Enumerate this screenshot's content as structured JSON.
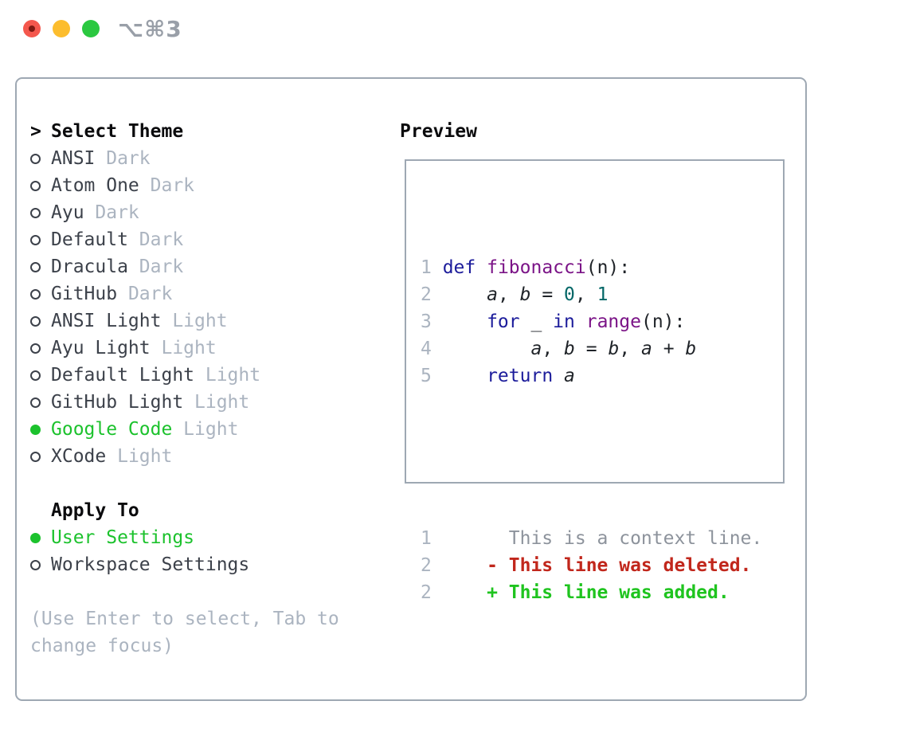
{
  "window": {
    "shortcut_label": "⌥⌘3"
  },
  "colors": {
    "selected_green": "#1cc22d",
    "diff_added_green": "#1fc41f",
    "diff_deleted_red": "#c1271c",
    "keyword_blue": "#1c1c9b",
    "function_purple": "#7b1487",
    "number_teal": "#006666",
    "muted_gray": "#abb4c0",
    "text_dark": "#3c414a",
    "border_gray": "#9ea8b3"
  },
  "theme_panel": {
    "header_marker": ">",
    "header": "Select Theme",
    "themes": [
      {
        "name": "ANSI",
        "variant": "Dark",
        "selected": false
      },
      {
        "name": "Atom One",
        "variant": "Dark",
        "selected": false
      },
      {
        "name": "Ayu",
        "variant": "Dark",
        "selected": false
      },
      {
        "name": "Default",
        "variant": "Dark",
        "selected": false
      },
      {
        "name": "Dracula",
        "variant": "Dark",
        "selected": false
      },
      {
        "name": "GitHub",
        "variant": "Dark",
        "selected": false
      },
      {
        "name": "ANSI Light",
        "variant": "Light",
        "selected": false
      },
      {
        "name": "Ayu Light",
        "variant": "Light",
        "selected": false
      },
      {
        "name": "Default Light",
        "variant": "Light",
        "selected": false
      },
      {
        "name": "GitHub Light",
        "variant": "Light",
        "selected": false
      },
      {
        "name": "Google Code",
        "variant": "Light",
        "selected": true
      },
      {
        "name": "XCode",
        "variant": "Light",
        "selected": false
      }
    ],
    "apply_to": {
      "header": "Apply To",
      "options": [
        {
          "label": "User Settings",
          "selected": true
        },
        {
          "label": "Workspace Settings",
          "selected": false
        }
      ]
    },
    "help_text": "(Use Enter to select, Tab to change focus)"
  },
  "preview": {
    "title": "Preview",
    "code_lines": [
      {
        "num": "1",
        "tokens": [
          {
            "c": "kw",
            "t": "def"
          },
          {
            "c": "plain",
            "t": " "
          },
          {
            "c": "fn",
            "t": "fibonacci"
          },
          {
            "c": "plain",
            "t": "(n):"
          }
        ]
      },
      {
        "num": "2",
        "tokens": [
          {
            "c": "plain",
            "t": "    "
          },
          {
            "c": "var",
            "t": "a"
          },
          {
            "c": "plain",
            "t": ", "
          },
          {
            "c": "var",
            "t": "b"
          },
          {
            "c": "plain",
            "t": " = "
          },
          {
            "c": "num",
            "t": "0"
          },
          {
            "c": "plain",
            "t": ", "
          },
          {
            "c": "num",
            "t": "1"
          }
        ]
      },
      {
        "num": "3",
        "tokens": [
          {
            "c": "plain",
            "t": "    "
          },
          {
            "c": "kw",
            "t": "for"
          },
          {
            "c": "plain",
            "t": " _ "
          },
          {
            "c": "kw",
            "t": "in"
          },
          {
            "c": "plain",
            "t": " "
          },
          {
            "c": "fn",
            "t": "range"
          },
          {
            "c": "plain",
            "t": "(n):"
          }
        ]
      },
      {
        "num": "4",
        "tokens": [
          {
            "c": "plain",
            "t": "        "
          },
          {
            "c": "var",
            "t": "a"
          },
          {
            "c": "plain",
            "t": ", "
          },
          {
            "c": "var",
            "t": "b"
          },
          {
            "c": "plain",
            "t": " = "
          },
          {
            "c": "var",
            "t": "b"
          },
          {
            "c": "plain",
            "t": ", "
          },
          {
            "c": "var",
            "t": "a"
          },
          {
            "c": "plain",
            "t": " + "
          },
          {
            "c": "var",
            "t": "b"
          }
        ]
      },
      {
        "num": "5",
        "tokens": [
          {
            "c": "plain",
            "t": "    "
          },
          {
            "c": "kw",
            "t": "return"
          },
          {
            "c": "plain",
            "t": " "
          },
          {
            "c": "var",
            "t": "a"
          }
        ]
      }
    ],
    "diff_lines": [
      {
        "num": "1",
        "type": "context",
        "text": "      This is a context line."
      },
      {
        "num": "2",
        "type": "deleted",
        "text": "    - This line was deleted."
      },
      {
        "num": "2",
        "type": "added",
        "text": "    + This line was added."
      }
    ]
  }
}
